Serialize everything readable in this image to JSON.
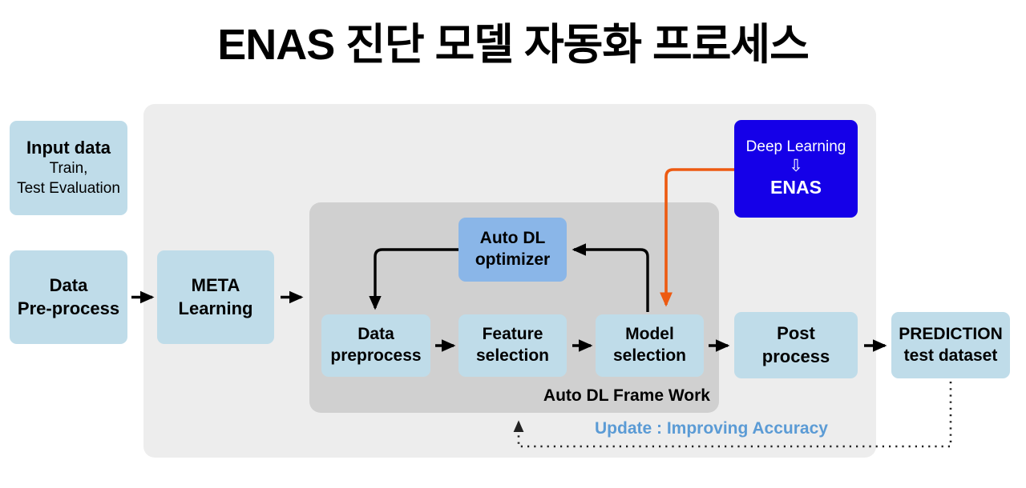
{
  "page": {
    "title": "ENAS 진단 모델 자동화 프로세스"
  },
  "colors": {
    "light_blue_box": "#BFDCE9",
    "mid_blue_box": "#8AB6E8",
    "deep_blue_box": "#1500E8",
    "outer_panel": "#EDEDED",
    "inner_panel": "#D0D0D0",
    "orange_arrow": "#ED5A11",
    "update_text": "#5B9BD5",
    "arrow_black": "#000000"
  },
  "boxes": {
    "input_data": {
      "title": "Input data",
      "line2": "Train,",
      "line3": "Test Evaluation"
    },
    "data_preprocess_left": {
      "line1": "Data",
      "line2": "Pre-process"
    },
    "meta_learning": {
      "line1": "META",
      "line2": "Learning"
    },
    "auto_dl_optimizer": {
      "line1": "Auto DL",
      "line2": "optimizer"
    },
    "data_preprocess": {
      "line1": "Data",
      "line2": "preprocess"
    },
    "feature_selection": {
      "line1": "Feature",
      "line2": "selection"
    },
    "model_selection": {
      "line1": "Model",
      "line2": "selection"
    },
    "post_process": {
      "line1": "Post",
      "line2": "process"
    },
    "prediction": {
      "line1": "PREDICTION",
      "line2": "test dataset"
    },
    "enas": {
      "line1": "Deep Learning",
      "arrow_glyph": "⇩",
      "line2": "ENAS"
    }
  },
  "labels": {
    "auto_dl_framework": "Auto DL Frame Work",
    "update_caption": "Update : Improving Accuracy"
  },
  "icons": {
    "down_arrow_hollow": "⇩"
  }
}
